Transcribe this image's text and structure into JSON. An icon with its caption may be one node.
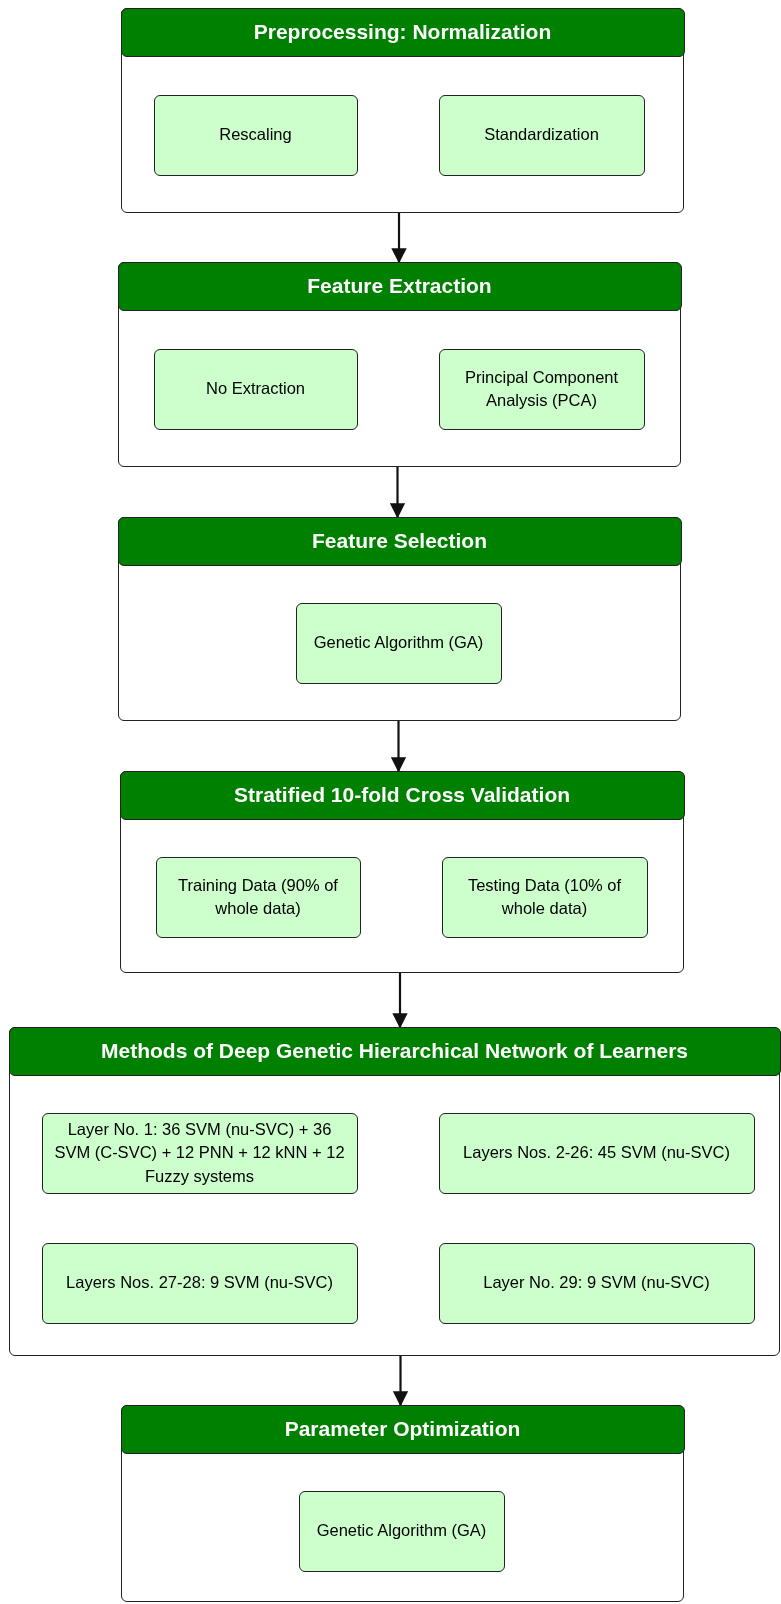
{
  "diagram": {
    "nodes": [
      {
        "text": [
          "Preprocessing: Normalization"
        ]
      },
      {
        "text": [
          "Rescaling"
        ],
        "in": 0
      },
      {
        "text": [
          "Standardization"
        ],
        "in": 0
      },
      {
        "text": [
          "Feature Extraction"
        ]
      },
      {
        "text": [
          "No Extraction"
        ],
        "in": 3
      },
      {
        "text": [
          "Principal Component Analysis (PCA)"
        ],
        "in": 3
      },
      {
        "text": [
          "Feature Selection"
        ]
      },
      {
        "text": [
          "Genetic Algorithm (GA)"
        ],
        "in": 6
      },
      {
        "text": [
          "Stratified 10-fold Cross Validation"
        ]
      },
      {
        "text": [
          "Training Data (90% of whole data)"
        ],
        "in": 8
      },
      {
        "text": [
          "Testing Data (10% of whole data)"
        ],
        "in": 8
      },
      {
        "text": [
          "Methods of Deep Genetic Hierarchical Network of Learners"
        ]
      },
      {
        "text": [
          "Layer No. 1: 36 SVM (nu-SVC) + 36 SVM (C-SVC) + 12 PNN + 12 kNN + 12 Fuzzy systems"
        ],
        "in": 11
      },
      {
        "text": [
          "Layers Nos. 2-26: 45 SVM (nu-SVC)"
        ],
        "in": 11
      },
      {
        "text": [
          "Layers Nos. 27-28: 9 SVM (nu-SVC)"
        ],
        "in": 11
      },
      {
        "text": [
          "Layer No. 29: 9 SVM (nu-SVC)"
        ],
        "in": 11
      },
      {
        "text": [
          "Parameter Optimization"
        ]
      },
      {
        "text": [
          "Genetic Algorithm (GA)"
        ],
        "in": 16
      }
    ],
    "edges": [
      {
        "from": 0,
        "to": 3,
        "arrow": "to"
      },
      {
        "from": 3,
        "to": 6,
        "arrow": "to"
      },
      {
        "from": 6,
        "to": 8,
        "arrow": "to"
      },
      {
        "from": 8,
        "to": 11,
        "arrow": "to"
      },
      {
        "from": 11,
        "to": 16,
        "arrow": "to"
      }
    ]
  }
}
